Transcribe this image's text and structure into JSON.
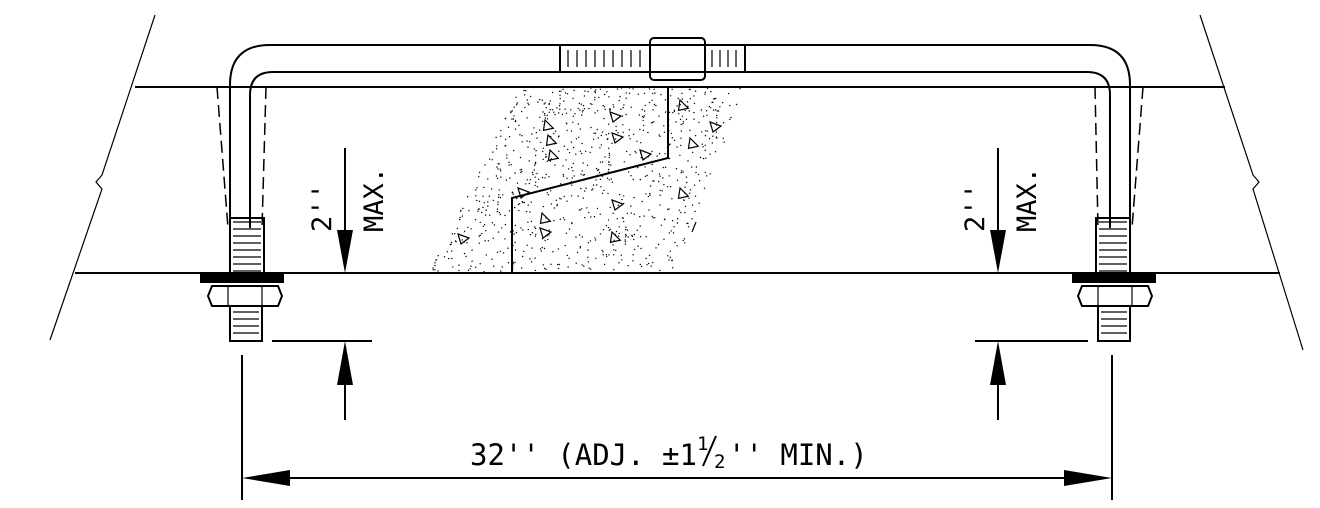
{
  "labels": {
    "left_height": "2''",
    "left_max": "MAX.",
    "right_height": "2''",
    "right_max": "MAX.",
    "span_prefix": "32'' (ADJ. ±1",
    "span_frac_num": "1",
    "span_frac_den": "2",
    "span_suffix": "'' MIN.)"
  }
}
